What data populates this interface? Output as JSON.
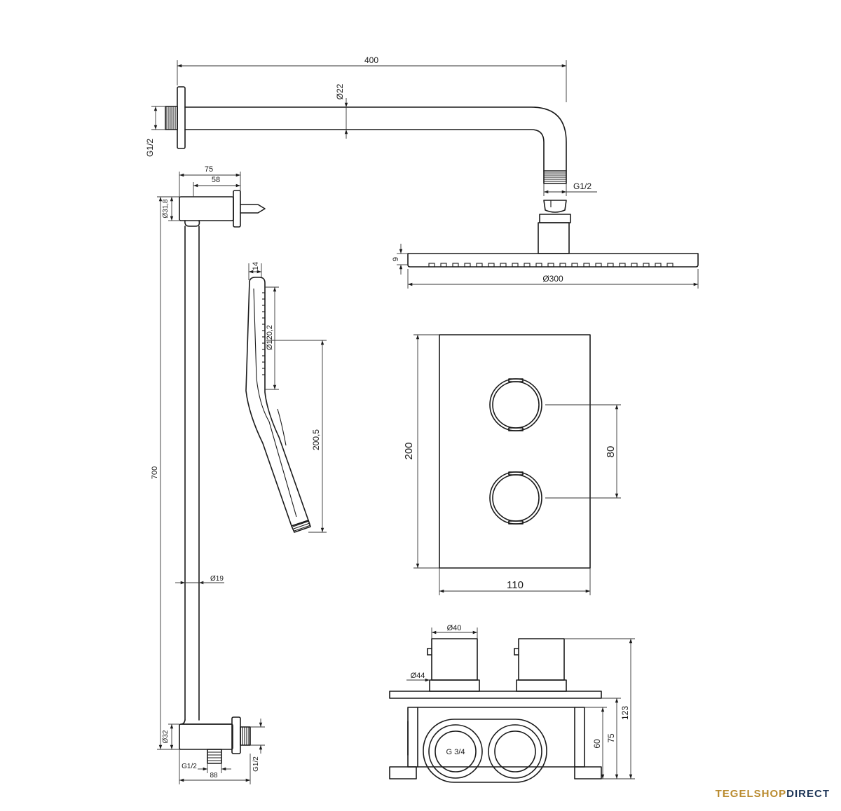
{
  "drawing": {
    "shower_arm": {
      "length": "400",
      "pipe_diameter": "Ø22",
      "wall_thread": "G1/2",
      "head_thread": "G1/2"
    },
    "rain_head": {
      "thickness": "9",
      "diameter": "Ø300"
    },
    "slide_rail": {
      "top_bracket_length": "75",
      "top_bracket_inner": "58",
      "top_bracket_diameter": "Ø31,8",
      "height": "700",
      "rod_diameter": "Ø19",
      "bottom_diameter": "Ø32",
      "outlet_thread": "G1/2",
      "bottom_width": "88",
      "inlet_thread": "G1/2"
    },
    "hand_shower": {
      "depth": "14",
      "head_diameter": "Ø120,2",
      "length": "200,5"
    },
    "thermostat_plate": {
      "height": "200",
      "knob_spacing": "80",
      "width": "110"
    },
    "mixer_body": {
      "knob_diameter": "Ø40",
      "base_diameter": "Ø44",
      "connection": "G 3/4",
      "total_depth": "123",
      "body_depth": "75",
      "box_depth": "60"
    }
  },
  "brand": {
    "part1": "TEGELSHOP",
    "part2": "DIRECT",
    "primary_color": "#1d3557",
    "accent_color": "#b98a2e"
  }
}
